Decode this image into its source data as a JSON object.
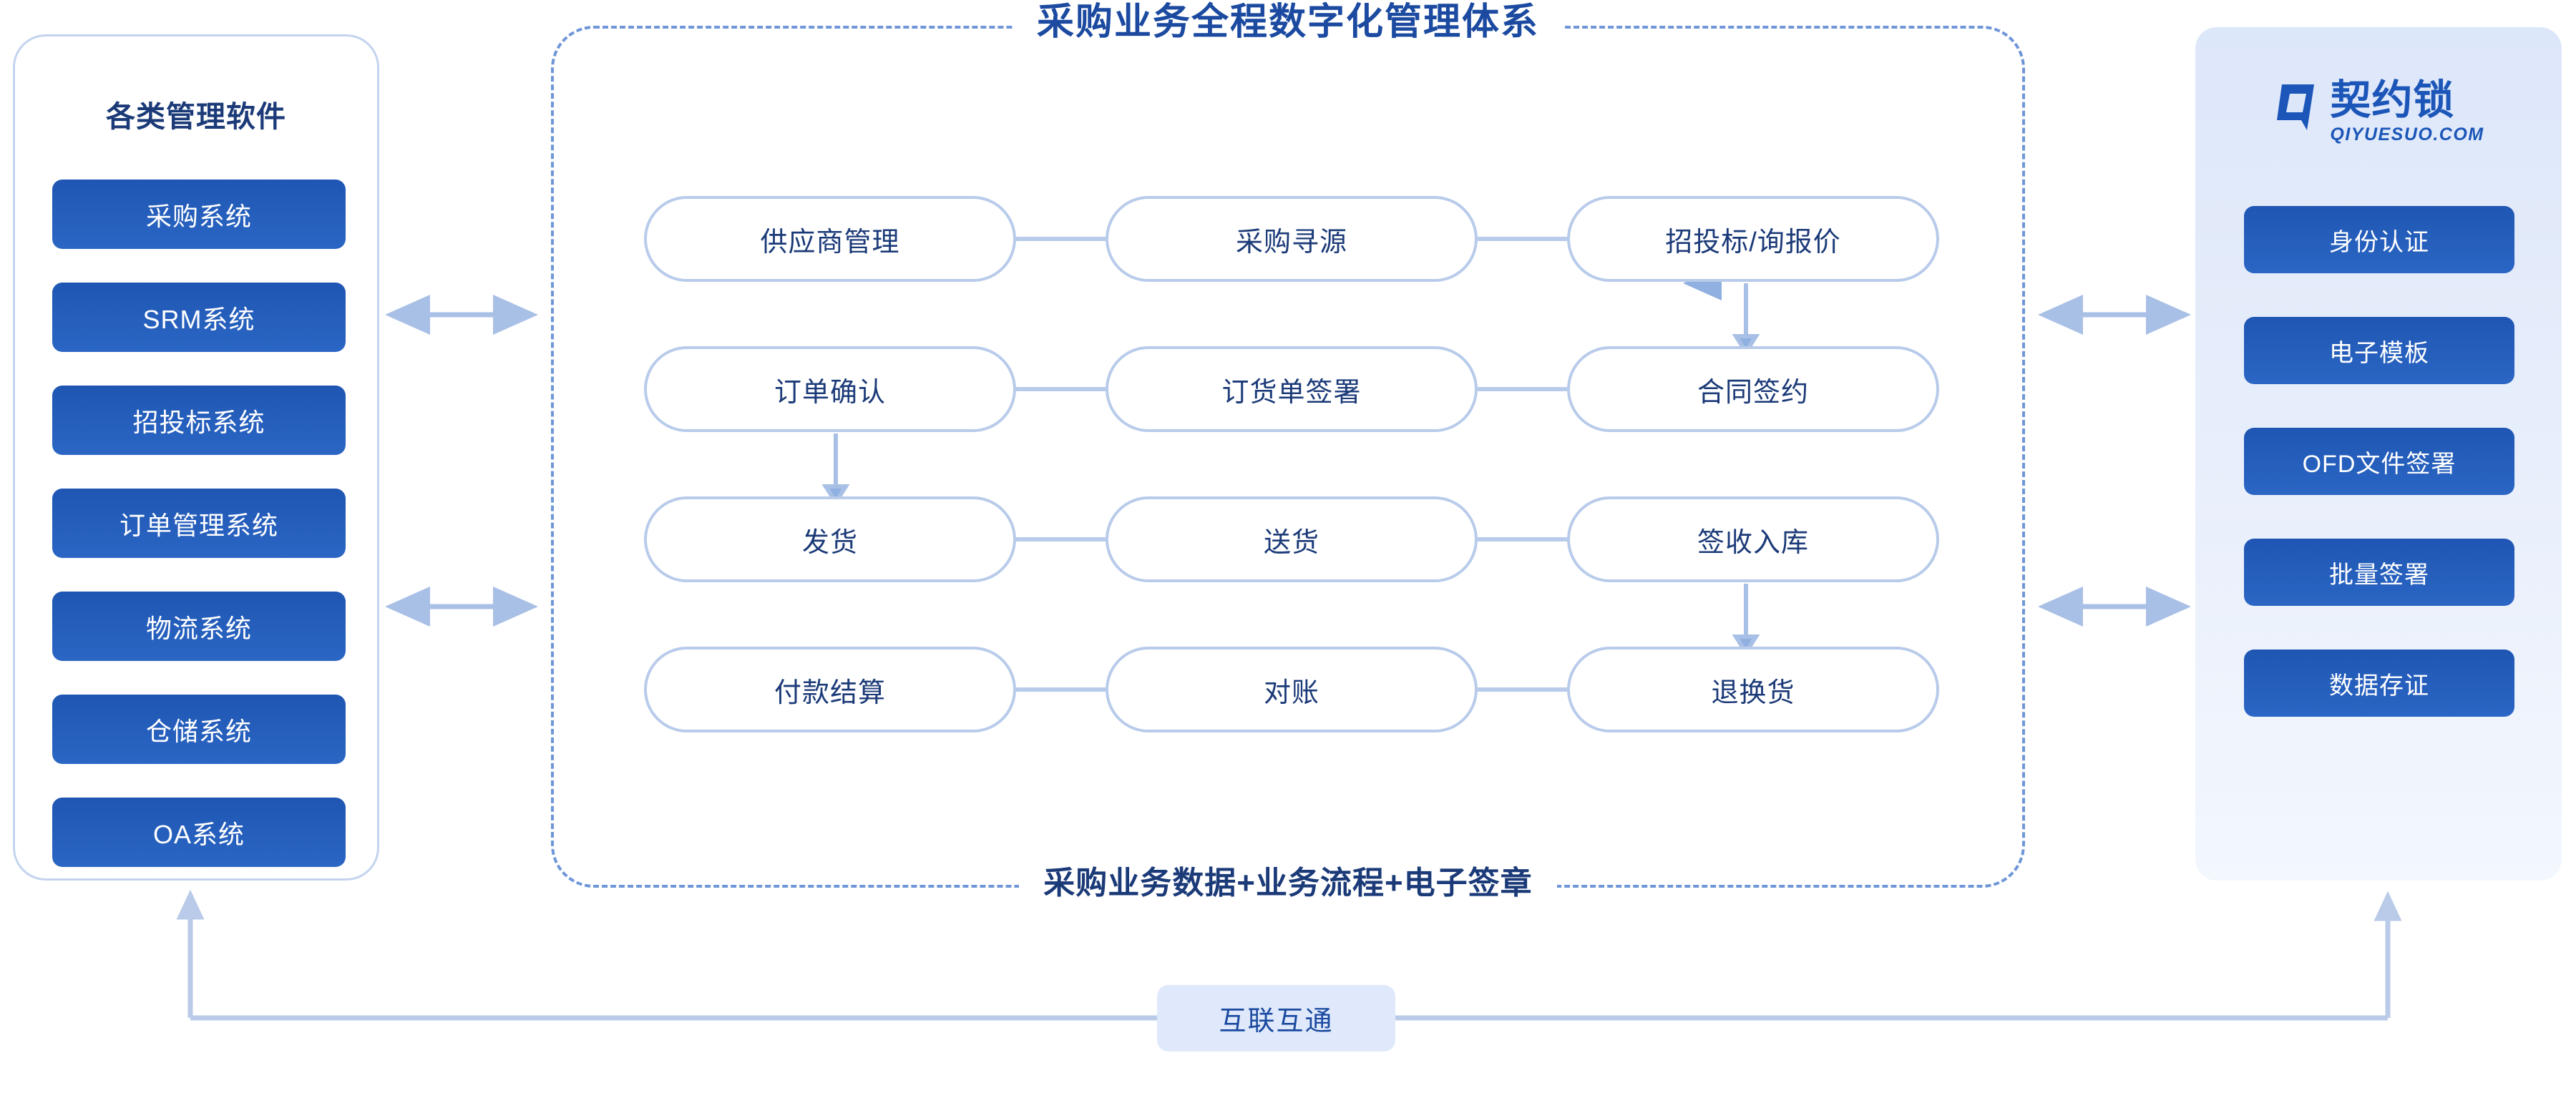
{
  "left_panel": {
    "title": "各类管理软件",
    "items": [
      {
        "label": "采购系统"
      },
      {
        "label": "SRM系统"
      },
      {
        "label": "招投标系统"
      },
      {
        "label": "订单管理系统"
      },
      {
        "label": "物流系统"
      },
      {
        "label": "仓储系统"
      },
      {
        "label": "OA系统"
      }
    ]
  },
  "center_panel": {
    "title": "采购业务全程数字化管理体系",
    "footer": "采购业务数据+业务流程+电子签章",
    "flow_rows": [
      {
        "nodes": [
          {
            "label": "供应商管理"
          },
          {
            "label": "采购寻源"
          },
          {
            "label": "招投标/询报价"
          }
        ]
      },
      {
        "nodes": [
          {
            "label": "订单确认"
          },
          {
            "label": "订货单签署"
          },
          {
            "label": "合同签约"
          }
        ]
      },
      {
        "nodes": [
          {
            "label": "发货"
          },
          {
            "label": "送货"
          },
          {
            "label": "签收入库"
          }
        ]
      },
      {
        "nodes": [
          {
            "label": "付款结算"
          },
          {
            "label": "对账"
          },
          {
            "label": "退换货"
          }
        ]
      }
    ]
  },
  "right_panel": {
    "logo": {
      "cn": "契约锁",
      "en": "QIYUESUO.COM",
      "mark": "q-logo-icon"
    },
    "items": [
      {
        "label": "身份认证"
      },
      {
        "label": "电子模板"
      },
      {
        "label": "OFD文件签署"
      },
      {
        "label": "批量签署"
      },
      {
        "label": "数据存证"
      }
    ]
  },
  "bottom": {
    "interconnect_label": "互联互通"
  },
  "colors": {
    "brand_blue": "#1b56b8",
    "button_blue": "#2256b8",
    "title_blue": "#1b4aa0",
    "node_text": "#1b3a78",
    "node_border": "#b8cbea",
    "connector": "#a9c0e6",
    "dashed_border": "#6f96d8",
    "panel_border": "#c3d3ef",
    "right_panel_bg": "#dde7fa",
    "interconnect_bg": "#dfe9fb"
  }
}
